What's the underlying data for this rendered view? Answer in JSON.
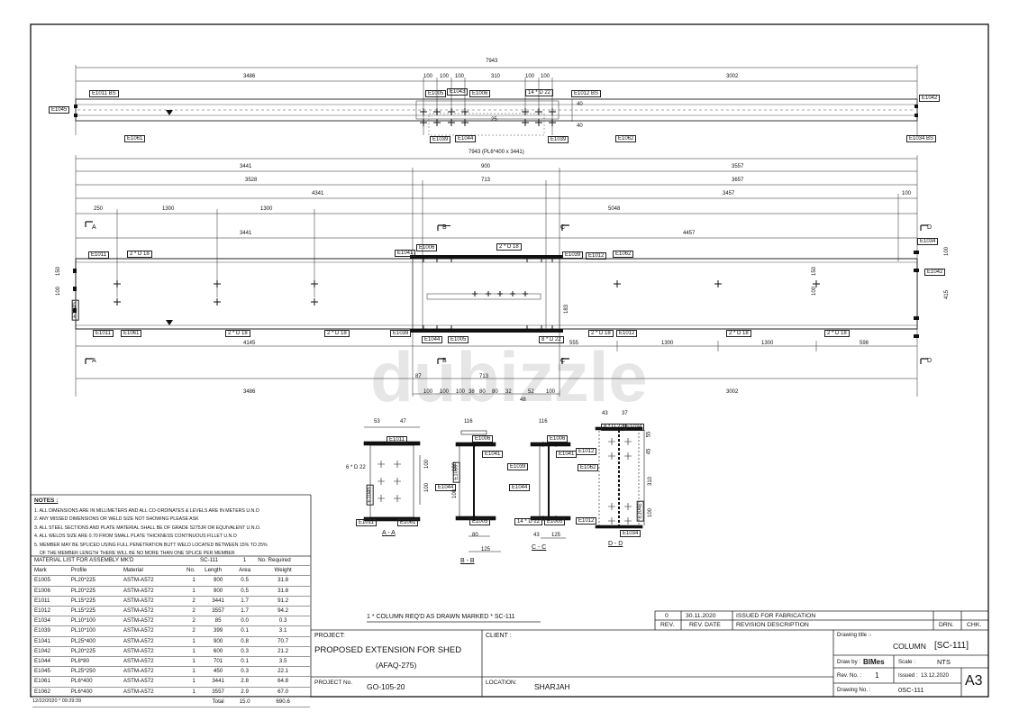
{
  "drawing": {
    "top_elevation": {
      "overall": "7943",
      "segments": [
        "3486",
        "100",
        "100",
        "100",
        "310",
        "100",
        "100",
        "3002"
      ],
      "labels": {
        "e1011": "E1011 BS",
        "e1045": "E1045",
        "e1005": "E1005",
        "e1043": "E1043",
        "e1006": "E1006",
        "d22": "14 * D 22",
        "e1012": "E1012 BS",
        "e1042": "E1042",
        "e1061": "E1061",
        "e1039a": "E1039",
        "e1044": "E1044",
        "e1039b": "E1039",
        "e1062": "E1062",
        "e1034": "E1034 BS",
        "d40a": "40",
        "d40b": "40",
        "d25": "25"
      }
    },
    "main_elevation": {
      "overall": "7943 (PL6*400 x 3441)",
      "row1": [
        "3441",
        "900",
        "3557"
      ],
      "row2": [
        "3528",
        "713",
        "3657"
      ],
      "row3": [
        "4341",
        "3457",
        "100"
      ],
      "row4": [
        "250",
        "1300",
        "1300",
        "5048"
      ],
      "row5": [
        "3441",
        "4457"
      ],
      "section_marks": {
        "a": "A",
        "b": "B",
        "c": "C",
        "d": "D"
      },
      "labels": {
        "e1011a": "E1011",
        "d18a": "2 * D 18",
        "e1041": "E1041",
        "e1006": "E1006",
        "d18b": "2 * D 18",
        "e1039": "E1039",
        "e1012": "E1012",
        "e1062": "E1062",
        "e1034": "E1034",
        "e1042": "E1042",
        "e1045": "E1045",
        "e1011b": "E1011",
        "e1061": "E1061",
        "d18c": "2 * D 18",
        "d18d": "2 * D 18",
        "e1039b": "E1039",
        "e1044": "E1044",
        "e1005": "E1005",
        "d22": "8 * D 22",
        "d18e": "2 * D 18",
        "e1012b": "E1012",
        "d18f": "2 * D 18",
        "d18g": "2 * D 18"
      },
      "dims_left": [
        "150",
        "100"
      ],
      "dims_right": [
        "100",
        "415"
      ],
      "dim_150b": "150",
      "dim_100b": "100",
      "dim_183": "183",
      "dim_555": "555",
      "bottom1": [
        "4145",
        "1300",
        "1300",
        "598"
      ],
      "bottom_small": [
        "87",
        "713"
      ],
      "bottom2": [
        "3486",
        "100",
        "100",
        "100",
        "38",
        "80",
        "80",
        "32",
        "52",
        "100",
        "3002"
      ],
      "dim_48": "48"
    },
    "sections": {
      "aa": {
        "title": "A - A",
        "dims": [
          "53",
          "47"
        ],
        "labels": [
          "E1011",
          "6 * D 22",
          "E1045",
          "E1011",
          "E1061"
        ],
        "vdims": [
          "100",
          "100"
        ]
      },
      "bb": {
        "title": "B - B",
        "dims": [
          "116",
          "80",
          "125"
        ],
        "labels": [
          "E1006",
          "E1041",
          "E1039",
          "E1044",
          "E1005"
        ],
        "vdims": [
          "100",
          "100"
        ]
      },
      "cc": {
        "title": "C - C",
        "dims": [
          "116",
          "43",
          "125"
        ],
        "labels": [
          "E1006",
          "E1041",
          "E1039",
          "E1044",
          "14 * D 22",
          "E1005"
        ],
        "vdims": []
      },
      "dd": {
        "title": "D - D",
        "dims": [
          "43",
          "37"
        ],
        "labels": [
          "8 * D 22",
          "E1034",
          "E1012",
          "E1062",
          "E1042",
          "E1012",
          "E1034"
        ],
        "vdims": [
          "55",
          "45",
          "310",
          "100"
        ]
      }
    }
  },
  "watermark": "dubizzle",
  "notes": {
    "title": "NOTES :",
    "items": [
      "1. ALL DIMENSIONS ARE IN MILLIMETERS AND ALL CO-ORDINATES & LEVELS ARE IN METERS U.N.O",
      "2. ANY MISSED DIMENSIONS OR WELD SIZE NOT SHOWING PLEASE ASK",
      "3. ALL STEEL  SECTIONS AND PLATE MATERIAL SHALL BE OF GRADE S275JR OR EQUIVALENT U.N.O.",
      "4. ALL WELDS SIZE ARE 0.70 FROM SMALL PLATE THICKNESS CONTINUOUS FILLET U.N.O",
      "5. MEMBER MAY BE SPLICED USING FULL PENETRATION BUTT WELD LOCATED BETWEEN 15% TO 25%",
      "    OF THE MEMBER LENGTH THERE WILL BE NO MORE THAN ONE SPLICE PER MEMBER"
    ]
  },
  "material_list": {
    "header": [
      "MATERIAL LIST FOR ASSEMBLY MK'D",
      "SC-111",
      "1",
      "No. Required"
    ],
    "columns": [
      "Mark",
      "Profile",
      "Material",
      "No.",
      "Length",
      "Area",
      "Weight"
    ],
    "rows": [
      [
        "E1005",
        "PL20*225",
        "ASTM-A572",
        "1",
        "900",
        "0.5",
        "31.8"
      ],
      [
        "E1006",
        "PL20*225",
        "ASTM-A572",
        "1",
        "900",
        "0.5",
        "31.8"
      ],
      [
        "E1011",
        "PL15*225",
        "ASTM-A572",
        "2",
        "3441",
        "1.7",
        "91.2"
      ],
      [
        "E1012",
        "PL15*225",
        "ASTM-A572",
        "2",
        "3557",
        "1.7",
        "94.2"
      ],
      [
        "E1034",
        "PL10*100",
        "ASTM-A572",
        "2",
        "85",
        "0.0",
        "0.3"
      ],
      [
        "E1039",
        "PL10*100",
        "ASTM-A572",
        "2",
        "399",
        "0.1",
        "3.1"
      ],
      [
        "E1041",
        "PL25*400",
        "ASTM-A572",
        "1",
        "900",
        "0.8",
        "70.7"
      ],
      [
        "E1042",
        "PL20*225",
        "ASTM-A572",
        "1",
        "600",
        "0.3",
        "21.2"
      ],
      [
        "E1044",
        "PL8*80",
        "ASTM-A572",
        "1",
        "701",
        "0.1",
        "3.5"
      ],
      [
        "E1045",
        "PL25*250",
        "ASTM-A572",
        "1",
        "450",
        "0.3",
        "22.1"
      ],
      [
        "E1061",
        "PL6*400",
        "ASTM-A572",
        "1",
        "3441",
        "2.8",
        "64.8"
      ],
      [
        "E1062",
        "PL6*400",
        "ASTM-A572",
        "1",
        "3557",
        "2.9",
        "67.0"
      ]
    ],
    "total": [
      "Total",
      "15.0",
      "690.6"
    ]
  },
  "column_note": "1 * COLUMN REQ'D AS DRAWN MARKED * SC-111",
  "revision": {
    "row": [
      "0",
      "30.11.2020",
      "ISSUED FOR FABRICATION"
    ],
    "header": [
      "REV.",
      "REV. DATE",
      "REVISION DESCRIPTION",
      "DRN.",
      "CHK."
    ]
  },
  "title_block": {
    "project_label": "PROJECT:",
    "project": "PROPOSED EXTENSION FOR SHED",
    "project_code": "(AFAQ-275)",
    "client_label": "CLIENT :",
    "project_no_label": "PROJECT No.",
    "project_no": "GO-105-20",
    "location_label": "LOCATION:",
    "location": "SHARJAH",
    "drawing_title_label": "Drawing title :-",
    "drawing_title_a": "COLUMN",
    "drawing_title_b": "[SC-111]",
    "draw_by_label": "Draw by :",
    "draw_by": "BIMes",
    "scale_label": "Scale :",
    "scale": "NTS",
    "rev_no_label": "Rev. No. :",
    "rev_no": "1",
    "issued_label": "Issued :",
    "issued": "13.12.2020",
    "drawing_no_label": "Drawing No. :",
    "drawing_no": "0SC-111",
    "sheet_size": "A3"
  },
  "timestamp": "12/22/2020 * 09:29:39"
}
